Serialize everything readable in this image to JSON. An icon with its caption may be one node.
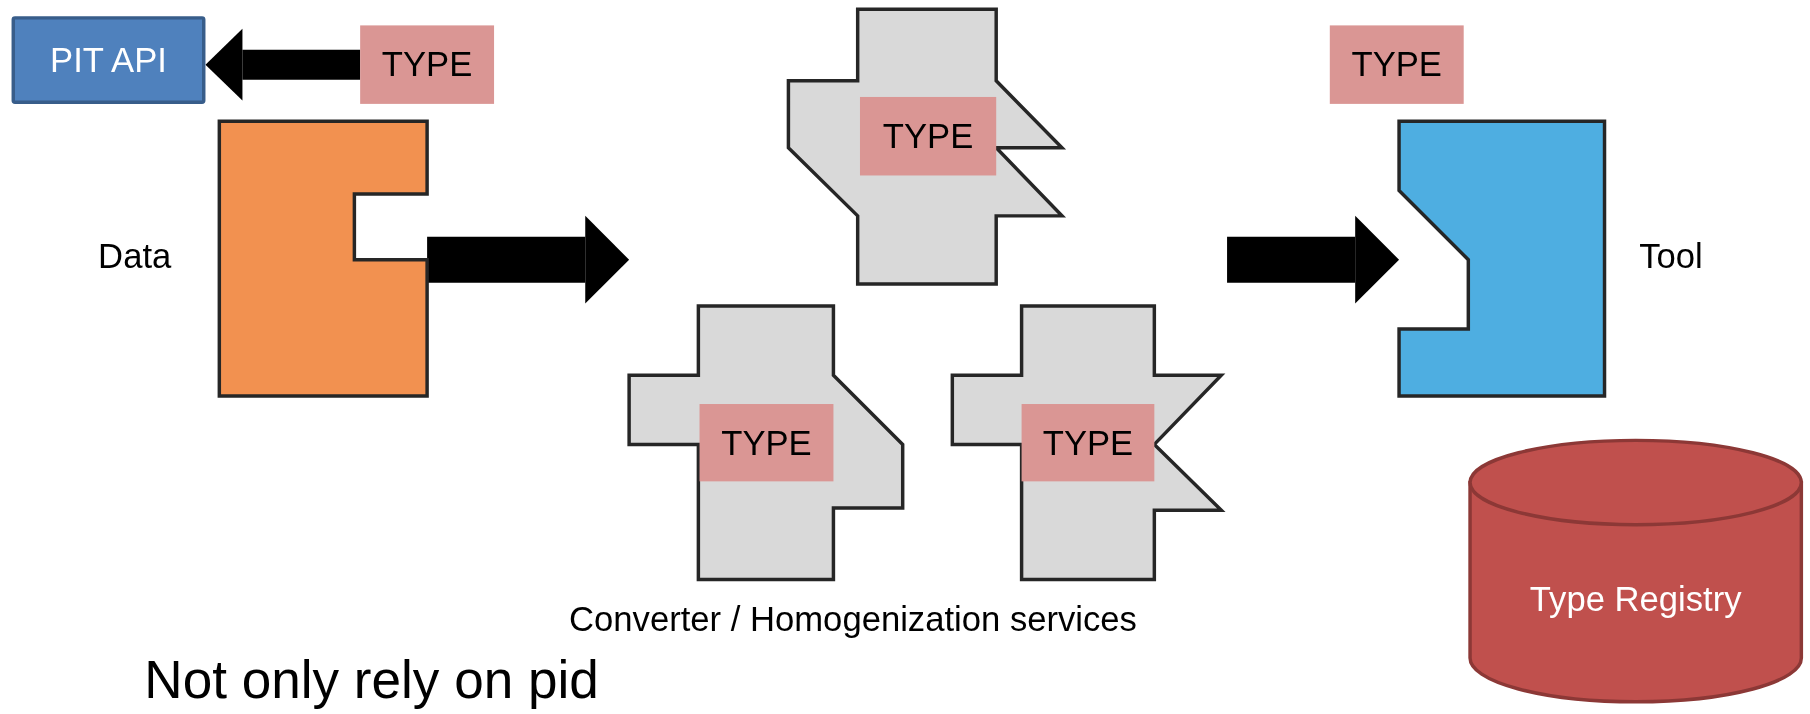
{
  "diagram": {
    "nodes": [
      {
        "text": [
          "PIT API"
        ]
      },
      {
        "text": [
          "TYPE"
        ]
      },
      {
        "text": [],
        "shape": "box",
        "beside": [
          "Data"
        ]
      },
      {
        "text": [],
        "shape": "box"
      },
      {
        "text": [
          "TYPE"
        ],
        "in": 3
      },
      {
        "text": [],
        "shape": "box"
      },
      {
        "text": [
          "TYPE"
        ],
        "in": 5
      },
      {
        "text": [],
        "shape": "box"
      },
      {
        "text": [
          "TYPE"
        ],
        "in": 7
      },
      {
        "text": [
          "TYPE"
        ]
      },
      {
        "text": [],
        "shape": "box",
        "beside": [
          "Tool"
        ]
      },
      {
        "text": [
          "Type Registry"
        ]
      }
    ],
    "edges": [
      {
        "from": 1,
        "to": 0,
        "arrow": "to"
      },
      {
        "from": 2,
        "to": null,
        "arrow": "to"
      },
      {
        "from": null,
        "to": 10,
        "arrow": "to"
      }
    ],
    "labels": [
      "Converter / Homogenization services",
      "Not only rely on pid"
    ]
  }
}
